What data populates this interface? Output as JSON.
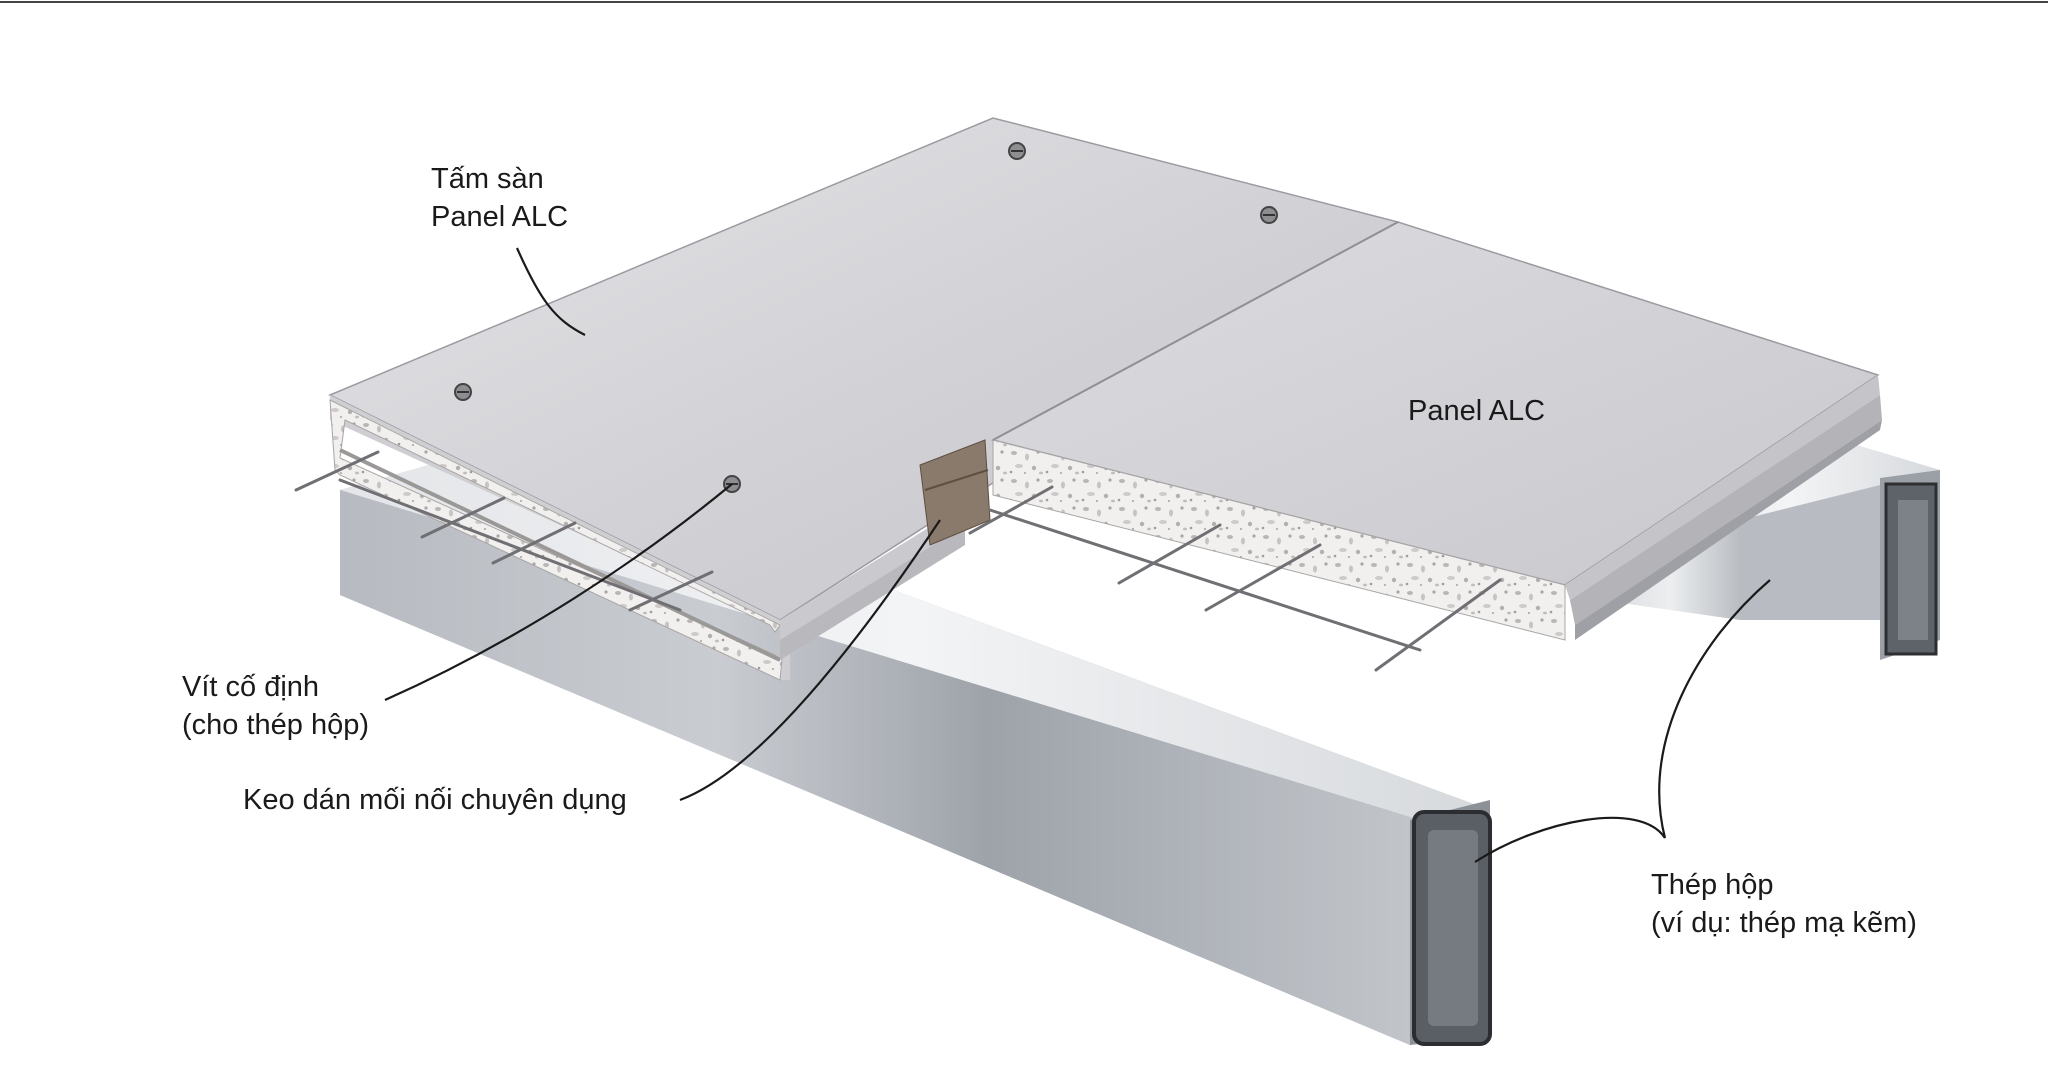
{
  "labels": {
    "slab": {
      "line1": "Tấm sàn",
      "line2": "Panel ALC"
    },
    "panel": "Panel ALC",
    "screw": {
      "line1": "Vít cố định",
      "line2": "(cho thép hộp)"
    },
    "glue": "Keo dán mối nối chuyên dụng",
    "steel": {
      "line1": "Thép hộp",
      "line2": "(ví dụ: thép mạ kẽm)"
    }
  },
  "colors": {
    "background": "#ffffff",
    "panel_top": "#d2d2d6",
    "panel_core": "#f1eeee",
    "steel": "#a9adb3",
    "adhesive": "#8a7a6c",
    "text": "#1a1a1a"
  }
}
